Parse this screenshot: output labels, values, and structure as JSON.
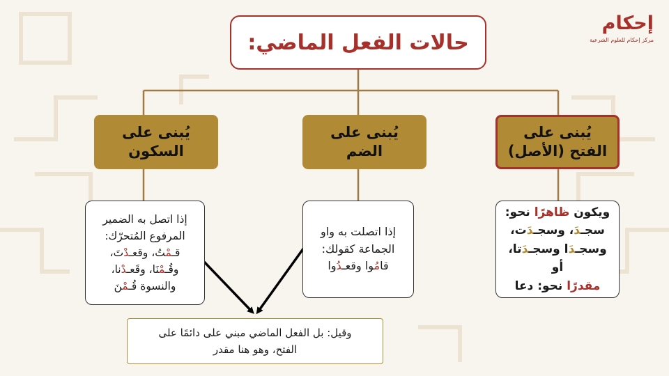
{
  "title": "حالات الفعل الماضي:",
  "logo": {
    "name": "إحكام",
    "subtitle": "مركز إحكام للعلوم الشرعية"
  },
  "categories": [
    {
      "line1": "يُبنى على",
      "line2": "الفتح (الأصل)"
    },
    {
      "line1": "يُبنى على",
      "line2": "الضم"
    },
    {
      "line1": "يُبنى على",
      "line2": "السكون"
    }
  ],
  "details": {
    "fath": {
      "l1_a": "ويكون ",
      "l1_b": "ظاهرًا",
      "l1_c": " نحو:",
      "l2_a": "سجـ",
      "l2_b": "دَ",
      "l2_c": "، وسجـ",
      "l2_d": "دَ",
      "l2_e": "ت،",
      "l3_a": "وسجـ",
      "l3_b": "دَ",
      "l3_c": "ا وسجـ",
      "l3_d": "دَ",
      "l3_e": "تا، أو",
      "l4_a": "مقدرًا",
      "l4_b": " نحو: دعا"
    },
    "damm": {
      "l1": "إذا اتصلت به واو",
      "l2": "الجماعة كقولك:",
      "l3_a": "قا",
      "l3_b": "مُ",
      "l3_c": "وا وقعـ",
      "l3_d": "دُ",
      "l3_e": "وا"
    },
    "sukun": {
      "l1": "إذا اتصل به الضمير",
      "l2": "المرفوع المُتحرّك:",
      "l3_a": "قـ",
      "l3_b": "مْ",
      "l3_c": "تُ، وقعـ",
      "l3_d": "دْ",
      "l3_e": "تَ،",
      "l4_a": "وقُـ",
      "l4_b": "مْ",
      "l4_c": "نَا، وقَعـ",
      "l4_d": "دْ",
      "l4_e": "نا،",
      "l5_a": "والنسوة قُـ",
      "l5_b": "مْ",
      "l5_c": "نَ"
    }
  },
  "note": {
    "l1": "وقيل: بل الفعل الماضي مبني على دائمًا على",
    "l2": "الفتح، وهو هنا مقدر"
  },
  "colors": {
    "brand_red": "#a8302a",
    "gold": "#b08a35",
    "background": "#f8f5ee"
  }
}
